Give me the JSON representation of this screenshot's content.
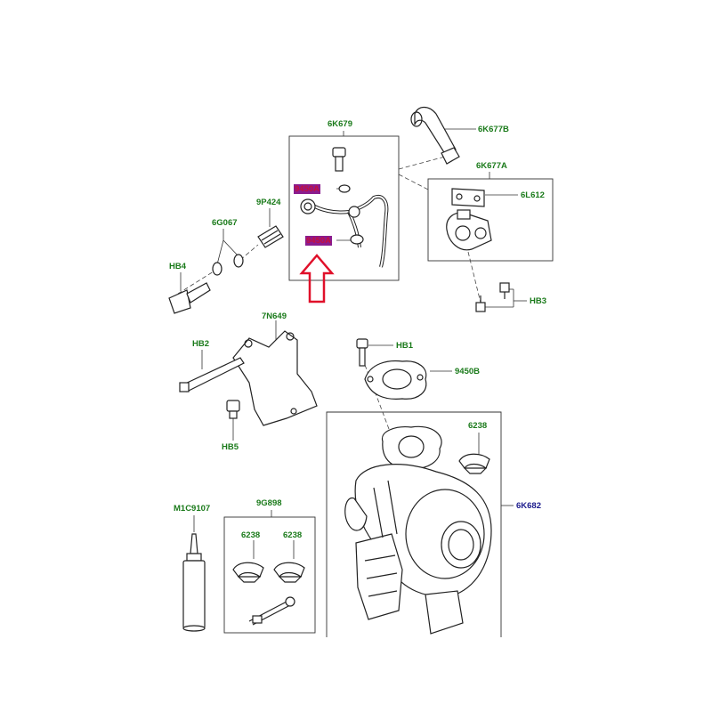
{
  "labels": {
    "l6K679": "6K679",
    "l6K677B": "6K677B",
    "l6K677A": "6K677A",
    "l6L612": "6L612",
    "l9P424": "9P424",
    "l6G067": "6G067",
    "lHB4": "HB4",
    "lHB3": "HB3",
    "l7N649": "7N649",
    "lHB2": "HB2",
    "lHB1": "HB1",
    "l9450B": "9450B",
    "lHB5": "HB5",
    "l6238a": "6238",
    "l6K682": "6K682",
    "lM1C9107": "M1C9107",
    "l9G898": "9G898",
    "l6238b": "6238",
    "l6238c": "6238"
  },
  "highlighted": {
    "h1": "9450A",
    "h2": "9450A"
  },
  "colors": {
    "label_green": "#1a7a1a",
    "label_blue": "#1a1a8c",
    "highlight_bg": "#8a1c8e",
    "arrow_red": "#e0102a"
  }
}
